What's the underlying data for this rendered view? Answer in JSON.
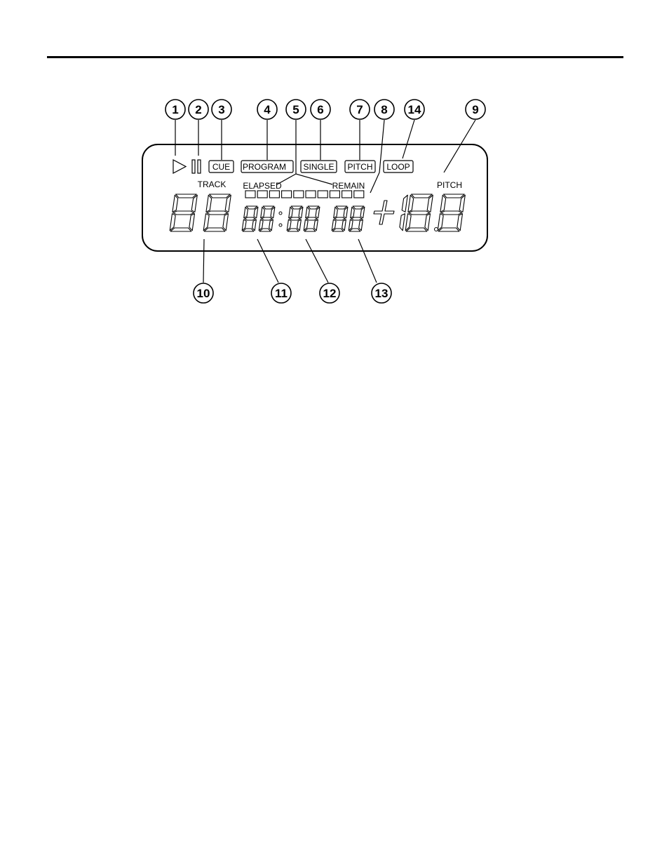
{
  "indicators": {
    "play_icon": "play-triangle-icon",
    "pause_icon": "pause-bars-icon",
    "cue": "CUE",
    "program": "PROGRAM",
    "single": "SINGLE",
    "pitch_box": "PITCH",
    "loop": "LOOP",
    "track": "TRACK",
    "elapsed": "ELAPSED",
    "remain": "REMAIN",
    "pitch_label": "PITCH",
    "progress_segment_count": 10
  },
  "segment_display": {
    "track": "88",
    "time_minutes": "88",
    "time_seconds": "88",
    "time_frames": "88",
    "pitch": "+18.8"
  },
  "callouts": [
    "1",
    "2",
    "3",
    "4",
    "5",
    "6",
    "7",
    "8",
    "14",
    "9",
    "10",
    "11",
    "12",
    "13"
  ]
}
